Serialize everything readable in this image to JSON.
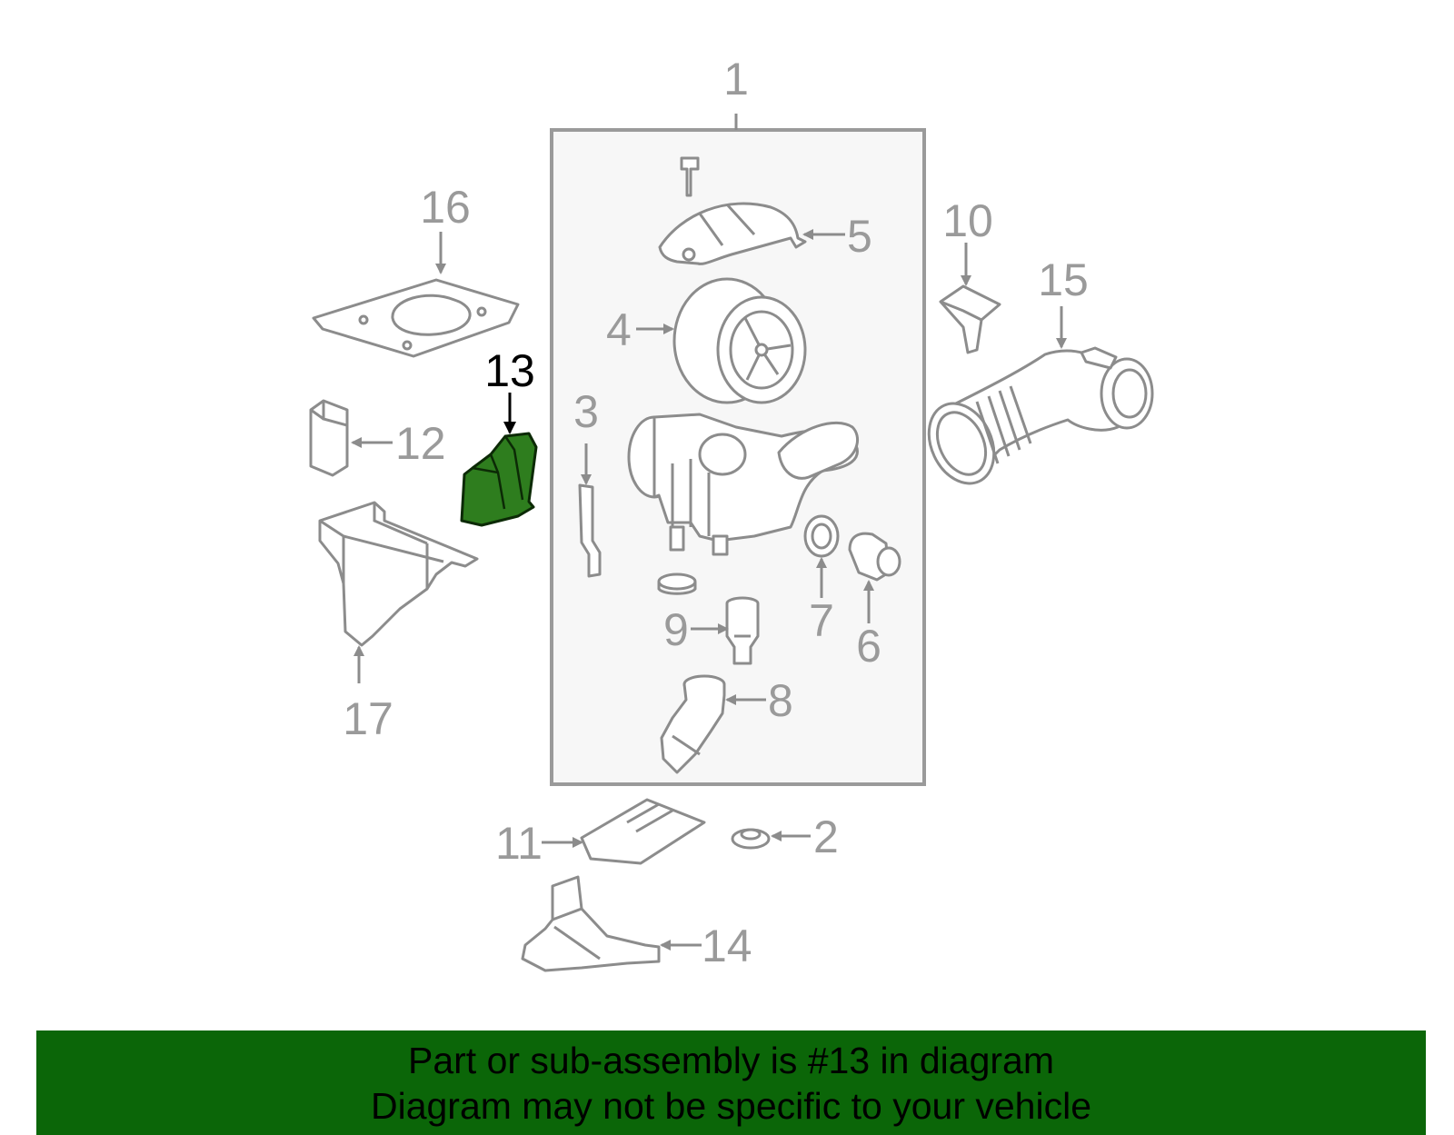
{
  "callouts": {
    "c1": "1",
    "c2": "2",
    "c3": "3",
    "c4": "4",
    "c5": "5",
    "c6": "6",
    "c7": "7",
    "c8": "8",
    "c9": "9",
    "c10": "10",
    "c11": "11",
    "c12": "12",
    "c13": "13",
    "c14": "14",
    "c15": "15",
    "c16": "16",
    "c17": "17"
  },
  "highlighted_part": "13",
  "colors": {
    "highlight_fill": "#2e7d1e",
    "banner_background": "#0b6608",
    "line_gray": "#8c8c8c",
    "callout_gray": "#9a9a9a"
  },
  "banner": {
    "line1": "Part or sub-assembly is #13 in diagram",
    "line2": "Diagram may not be specific to your vehicle"
  }
}
